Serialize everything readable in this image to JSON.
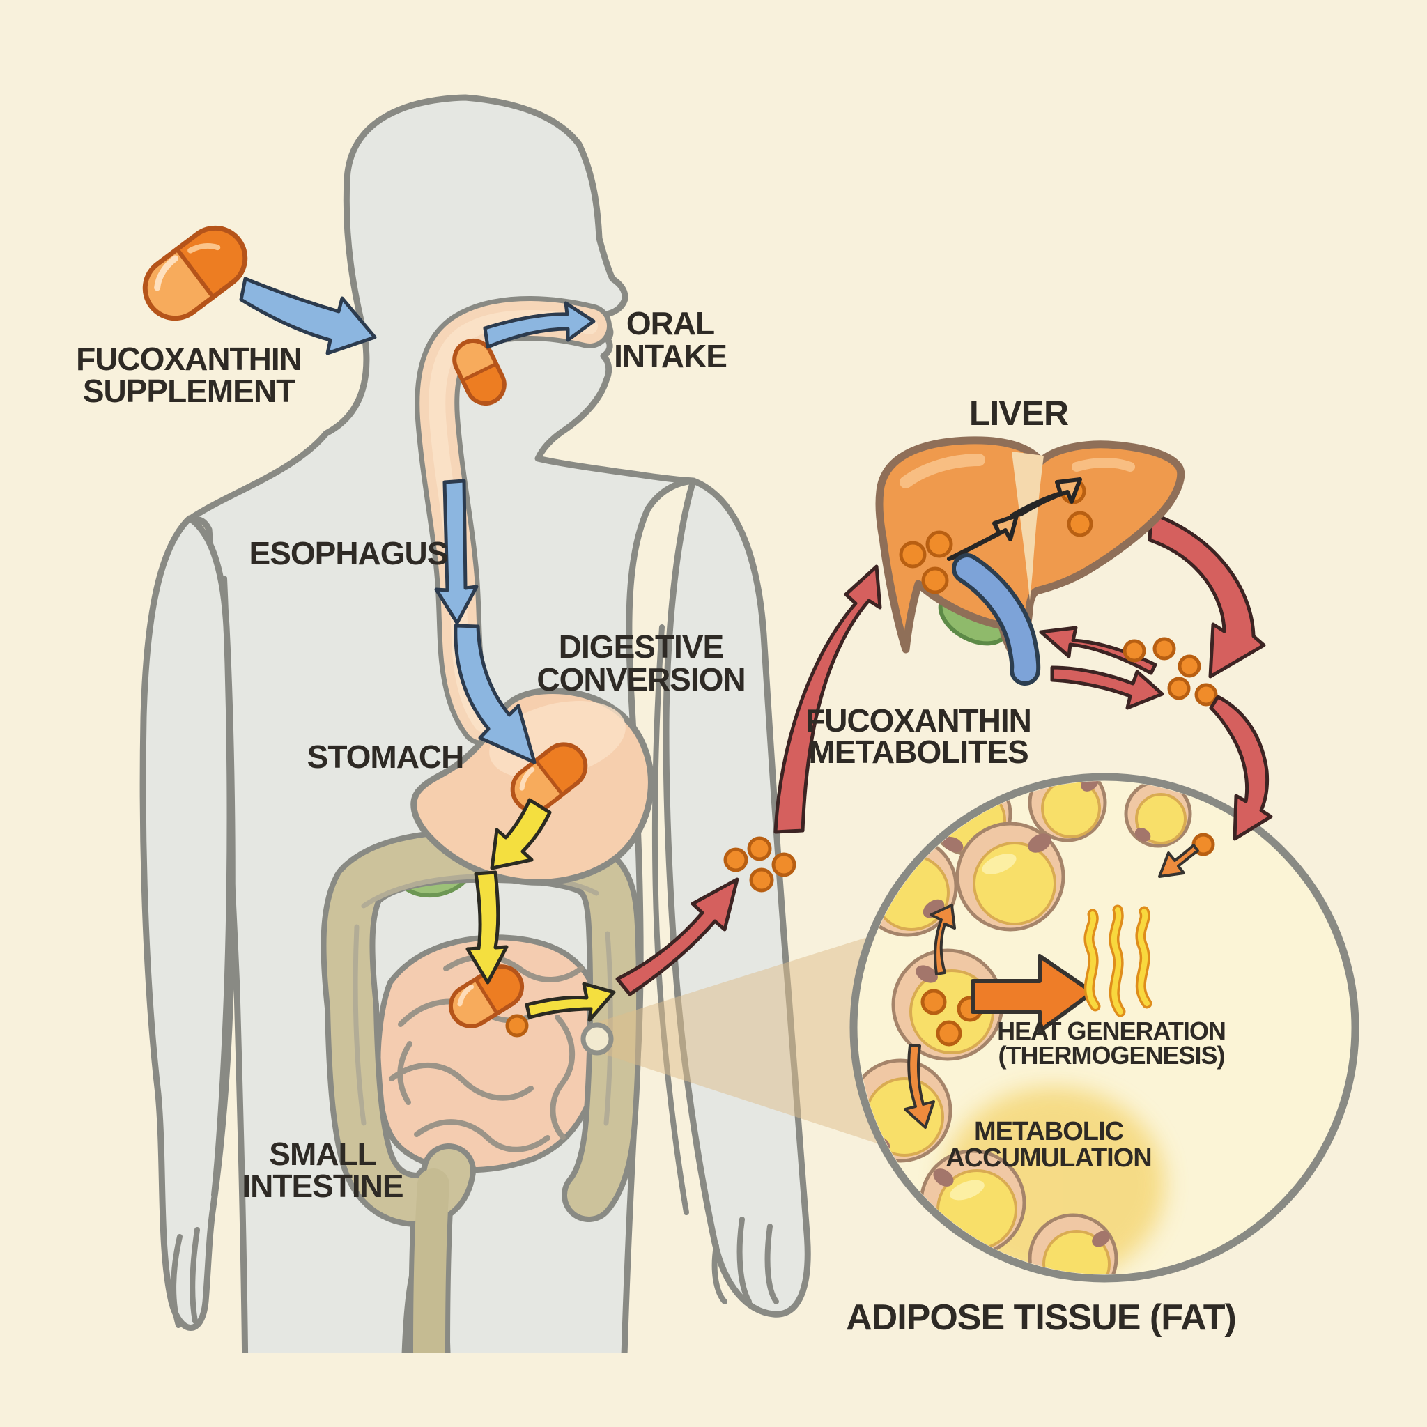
{
  "labels": {
    "supplement_l1": "FUCOXANTHIN",
    "supplement_l2": "SUPPLEMENT",
    "oral_l1": "ORAL",
    "oral_l2": "INTAKE",
    "esophagus": "ESOPHAGUS",
    "digestive_l1": "DIGESTIVE",
    "digestive_l2": "CONVERSION",
    "stomach": "STOMACH",
    "small_intestine_l1": "SMALL",
    "small_intestine_l2": "INTESTINE",
    "metabolites_l1": "FUCOXANTHIN",
    "metabolites_l2": "METABOLITES",
    "liver": "LIVER",
    "heat_l1": "HEAT GENERATION",
    "heat_l2": "(THERMOGENESIS)",
    "metabolic_l1": "METABOLIC",
    "metabolic_l2": "ACCUMULATION",
    "adipose": "ADIPOSE TISSUE (FAT)"
  },
  "colors": {
    "background": "#f8f1dc",
    "body_fill": "#e5e7e2",
    "outline_gray": "#898a84",
    "esophagus_fill": "#f6d6b8",
    "stomach_fill": "#f6cfae",
    "small_intestine_fill": "#f4ccb0",
    "large_intestine_fill": "#ccc29b",
    "gallbladder_green": "#9cc178",
    "liver_orange": "#ef9a4d",
    "capsule_dark": "#ed7d22",
    "capsule_light": "#f7ab5c",
    "arrow_blue": "#8cb6e0",
    "arrow_yellow": "#f4df3f",
    "arrow_red": "#d5605e",
    "arrow_orange": "#ee8b3d",
    "dot_orange": "#f08c2a",
    "vein_blue": "#7da3d8",
    "fat_cell_ring": "#f0c8a4",
    "fat_droplet": "#f8df69",
    "circle_fill": "#fbf4d6",
    "metabolic_blob": "#f5d97e",
    "heat_wave": "#f8d83e",
    "cone_tint": "rgba(222,190,140,0.5)",
    "text_color": "#2e2a25"
  }
}
